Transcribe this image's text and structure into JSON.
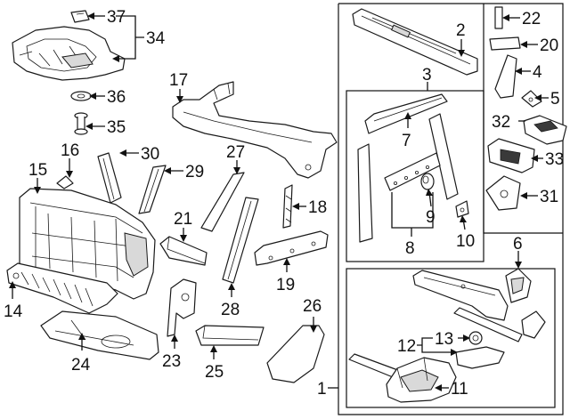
{
  "callouts": {
    "c1": "1",
    "c2": "2",
    "c3": "3",
    "c4": "4",
    "c5": "5",
    "c6": "6",
    "c7": "7",
    "c8": "8",
    "c9": "9",
    "c10": "10",
    "c11": "11",
    "c12": "12",
    "c13": "13",
    "c14": "14",
    "c15": "15",
    "c16": "16",
    "c17": "17",
    "c18": "18",
    "c19": "19",
    "c20": "20",
    "c21": "21",
    "c22": "22",
    "c23": "23",
    "c24": "24",
    "c25": "25",
    "c26": "26",
    "c27": "27",
    "c28": "28",
    "c29": "29",
    "c30": "30",
    "c31": "31",
    "c32": "32",
    "c33": "33",
    "c34": "34",
    "c35": "35",
    "c36": "36",
    "c37": "37"
  },
  "colors": {
    "line": "#1a1a1a",
    "background": "#ffffff",
    "shade": "#d9d9d9"
  }
}
